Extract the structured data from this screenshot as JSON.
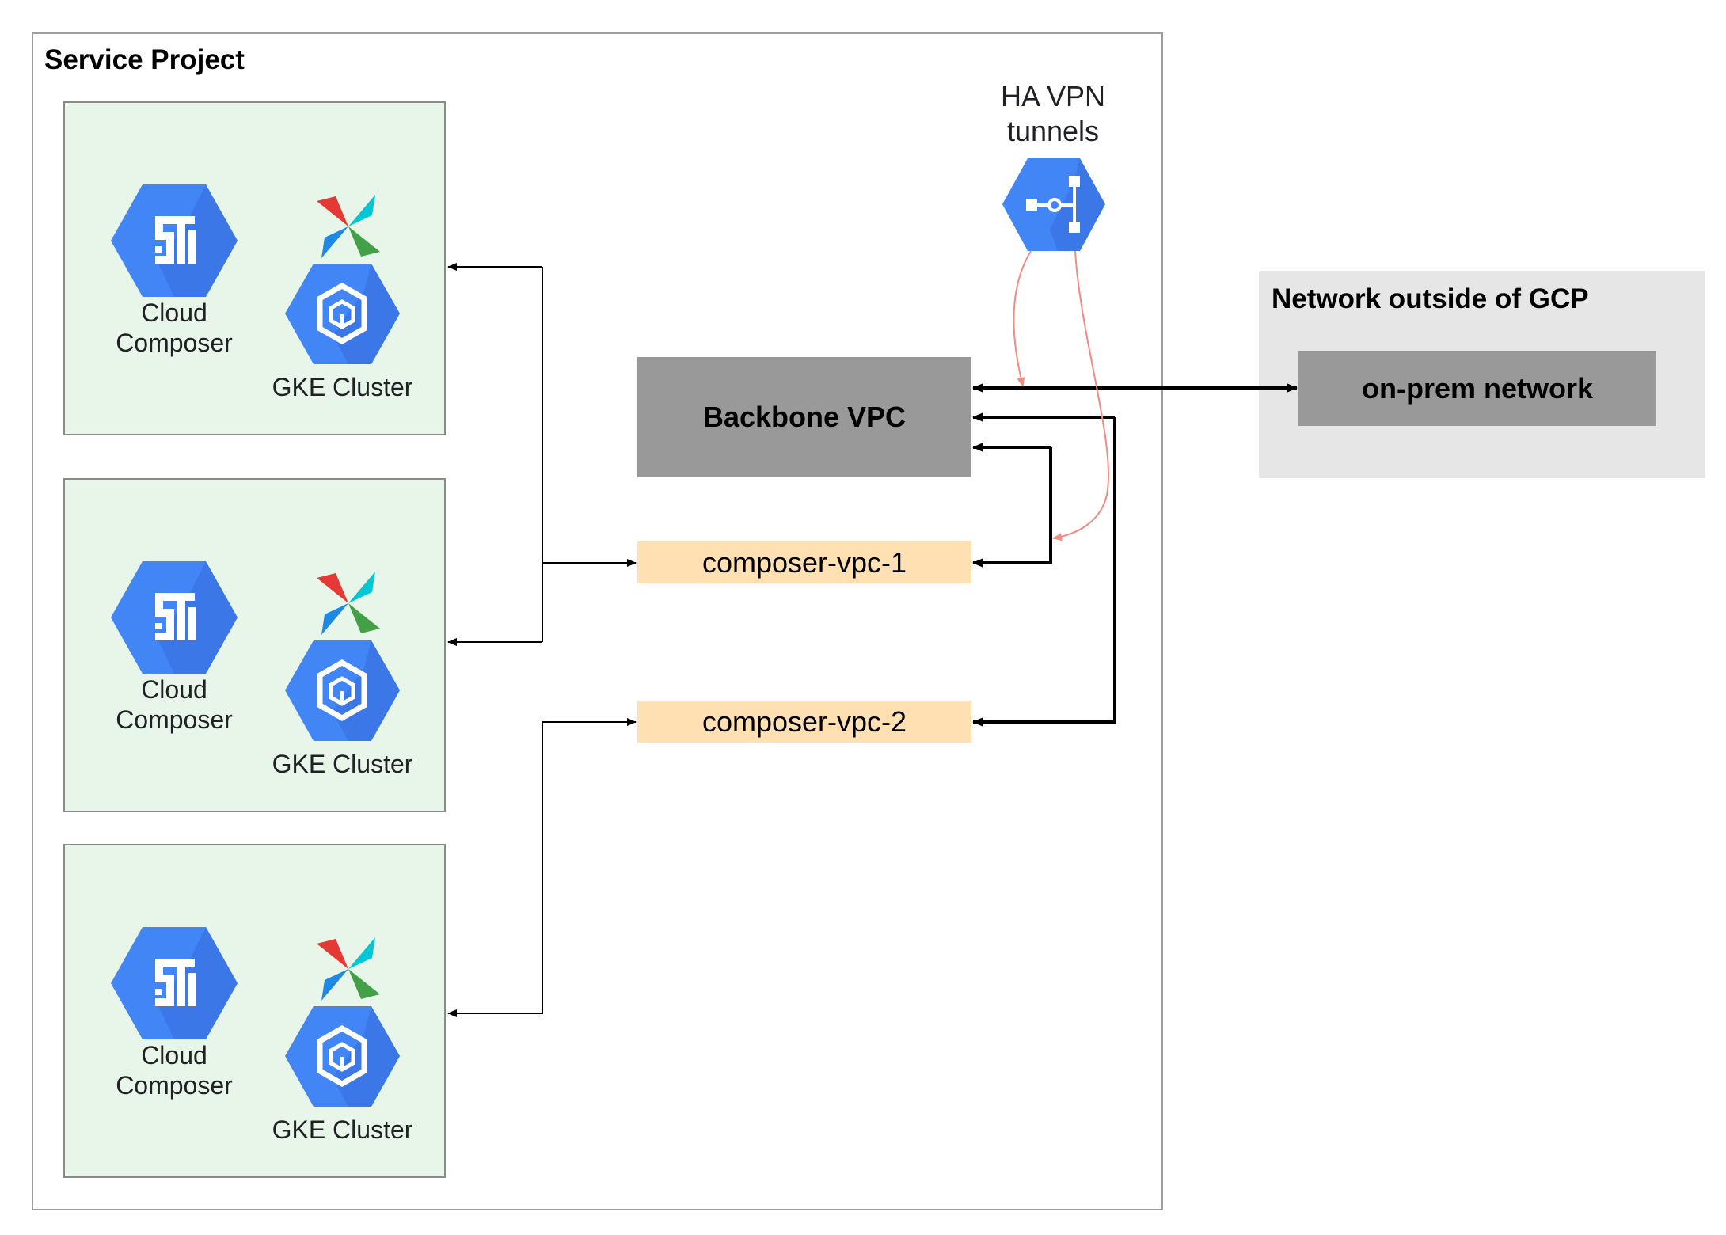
{
  "service_project": {
    "title": "Service Project"
  },
  "environments": [
    {
      "composer_label": "Cloud\nComposer",
      "gke_label": "GKE Cluster"
    },
    {
      "composer_label": "Cloud\nComposer",
      "gke_label": "GKE Cluster"
    },
    {
      "composer_label": "Cloud\nComposer",
      "gke_label": "GKE Cluster"
    }
  ],
  "vpn": {
    "label": "HA VPN\ntunnels",
    "icon": "ha-vpn-icon"
  },
  "backbone_vpc": {
    "label": "Backbone VPC"
  },
  "composer_vpcs": [
    {
      "label": "composer-vpc-1"
    },
    {
      "label": "composer-vpc-2"
    }
  ],
  "outside_network": {
    "title": "Network outside of GCP",
    "onprem_label": "on-prem network"
  },
  "colors": {
    "gcp_blue": "#4285f4",
    "gcp_blue_dark": "#3367d6",
    "env_bg": "#e8f5e9",
    "vpc_bg": "#ffe0b2",
    "backbone_bg": "#999999",
    "outside_bg": "#e6e6e6",
    "vpn_link": "#f28b82"
  }
}
